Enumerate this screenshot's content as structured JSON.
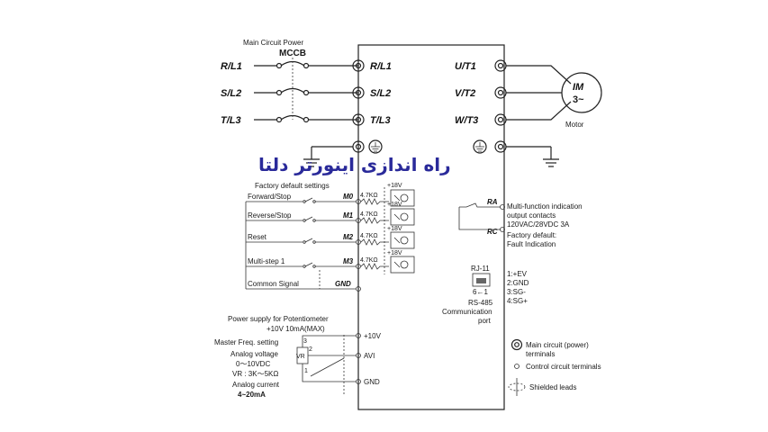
{
  "overlay_title": "راه اندازی اینورتر دلتا",
  "overlay_color": "#2a2a9a",
  "main_circuit": {
    "heading": "Main Circuit Power",
    "breaker": "MCCB",
    "inputs": [
      "R/L1",
      "S/L2",
      "T/L3"
    ],
    "drive_inputs": [
      "R/L1",
      "S/L2",
      "T/L3"
    ],
    "outputs": [
      "U/T1",
      "V/T2",
      "W/T3"
    ],
    "motor_label_1": "IM",
    "motor_label_2": "3~",
    "motor_caption": "Motor"
  },
  "control": {
    "factory_heading": "Factory default settings",
    "inputs": [
      {
        "label": "Forward/Stop",
        "terminal": "M0"
      },
      {
        "label": "Reverse/Stop",
        "terminal": "M1"
      },
      {
        "label": "Reset",
        "terminal": "M2"
      },
      {
        "label": "Multi-step 1",
        "terminal": "M3"
      }
    ],
    "resistor": "4.7KΩ",
    "supply": "+18V",
    "common_label": "Common Signal",
    "common_terminal": "GND"
  },
  "relay": {
    "ra": "RA",
    "rc": "RC",
    "line1": "Multi-function indication",
    "line2": "output contacts",
    "line3": "120VAC/28VDC 3A",
    "line4": "Factory default:",
    "line5": "Fault Indication"
  },
  "rj11": {
    "label": "RJ-11",
    "pins": "6←1",
    "protocol": "RS-485",
    "comm": "Communication",
    "port": "port",
    "pin_list": [
      "1:+EV",
      "2:GND",
      "3:SG-",
      "4:SG+"
    ]
  },
  "analog": {
    "pot_heading": "Power supply for Potentiometer",
    "pot_spec": "+10V 10mA(MAX)",
    "master_freq": "Master Freq. setting",
    "voltage_label": "Analog voltage",
    "voltage_range": "0～10VDC",
    "vr_range": "VR : 3K～5KΩ",
    "current_label": "Analog current",
    "current_range": "4~20mA",
    "vr_box": "VR",
    "pin_3": "3",
    "pin_2": "2",
    "pin_1": "1",
    "term_10v": "+10V",
    "term_avi": "AVI",
    "term_gnd": "GND"
  },
  "legend": {
    "main": "Main circuit (power)",
    "main2": "terminals",
    "control": "Control circuit terminals",
    "shield": "Shielded leads"
  }
}
